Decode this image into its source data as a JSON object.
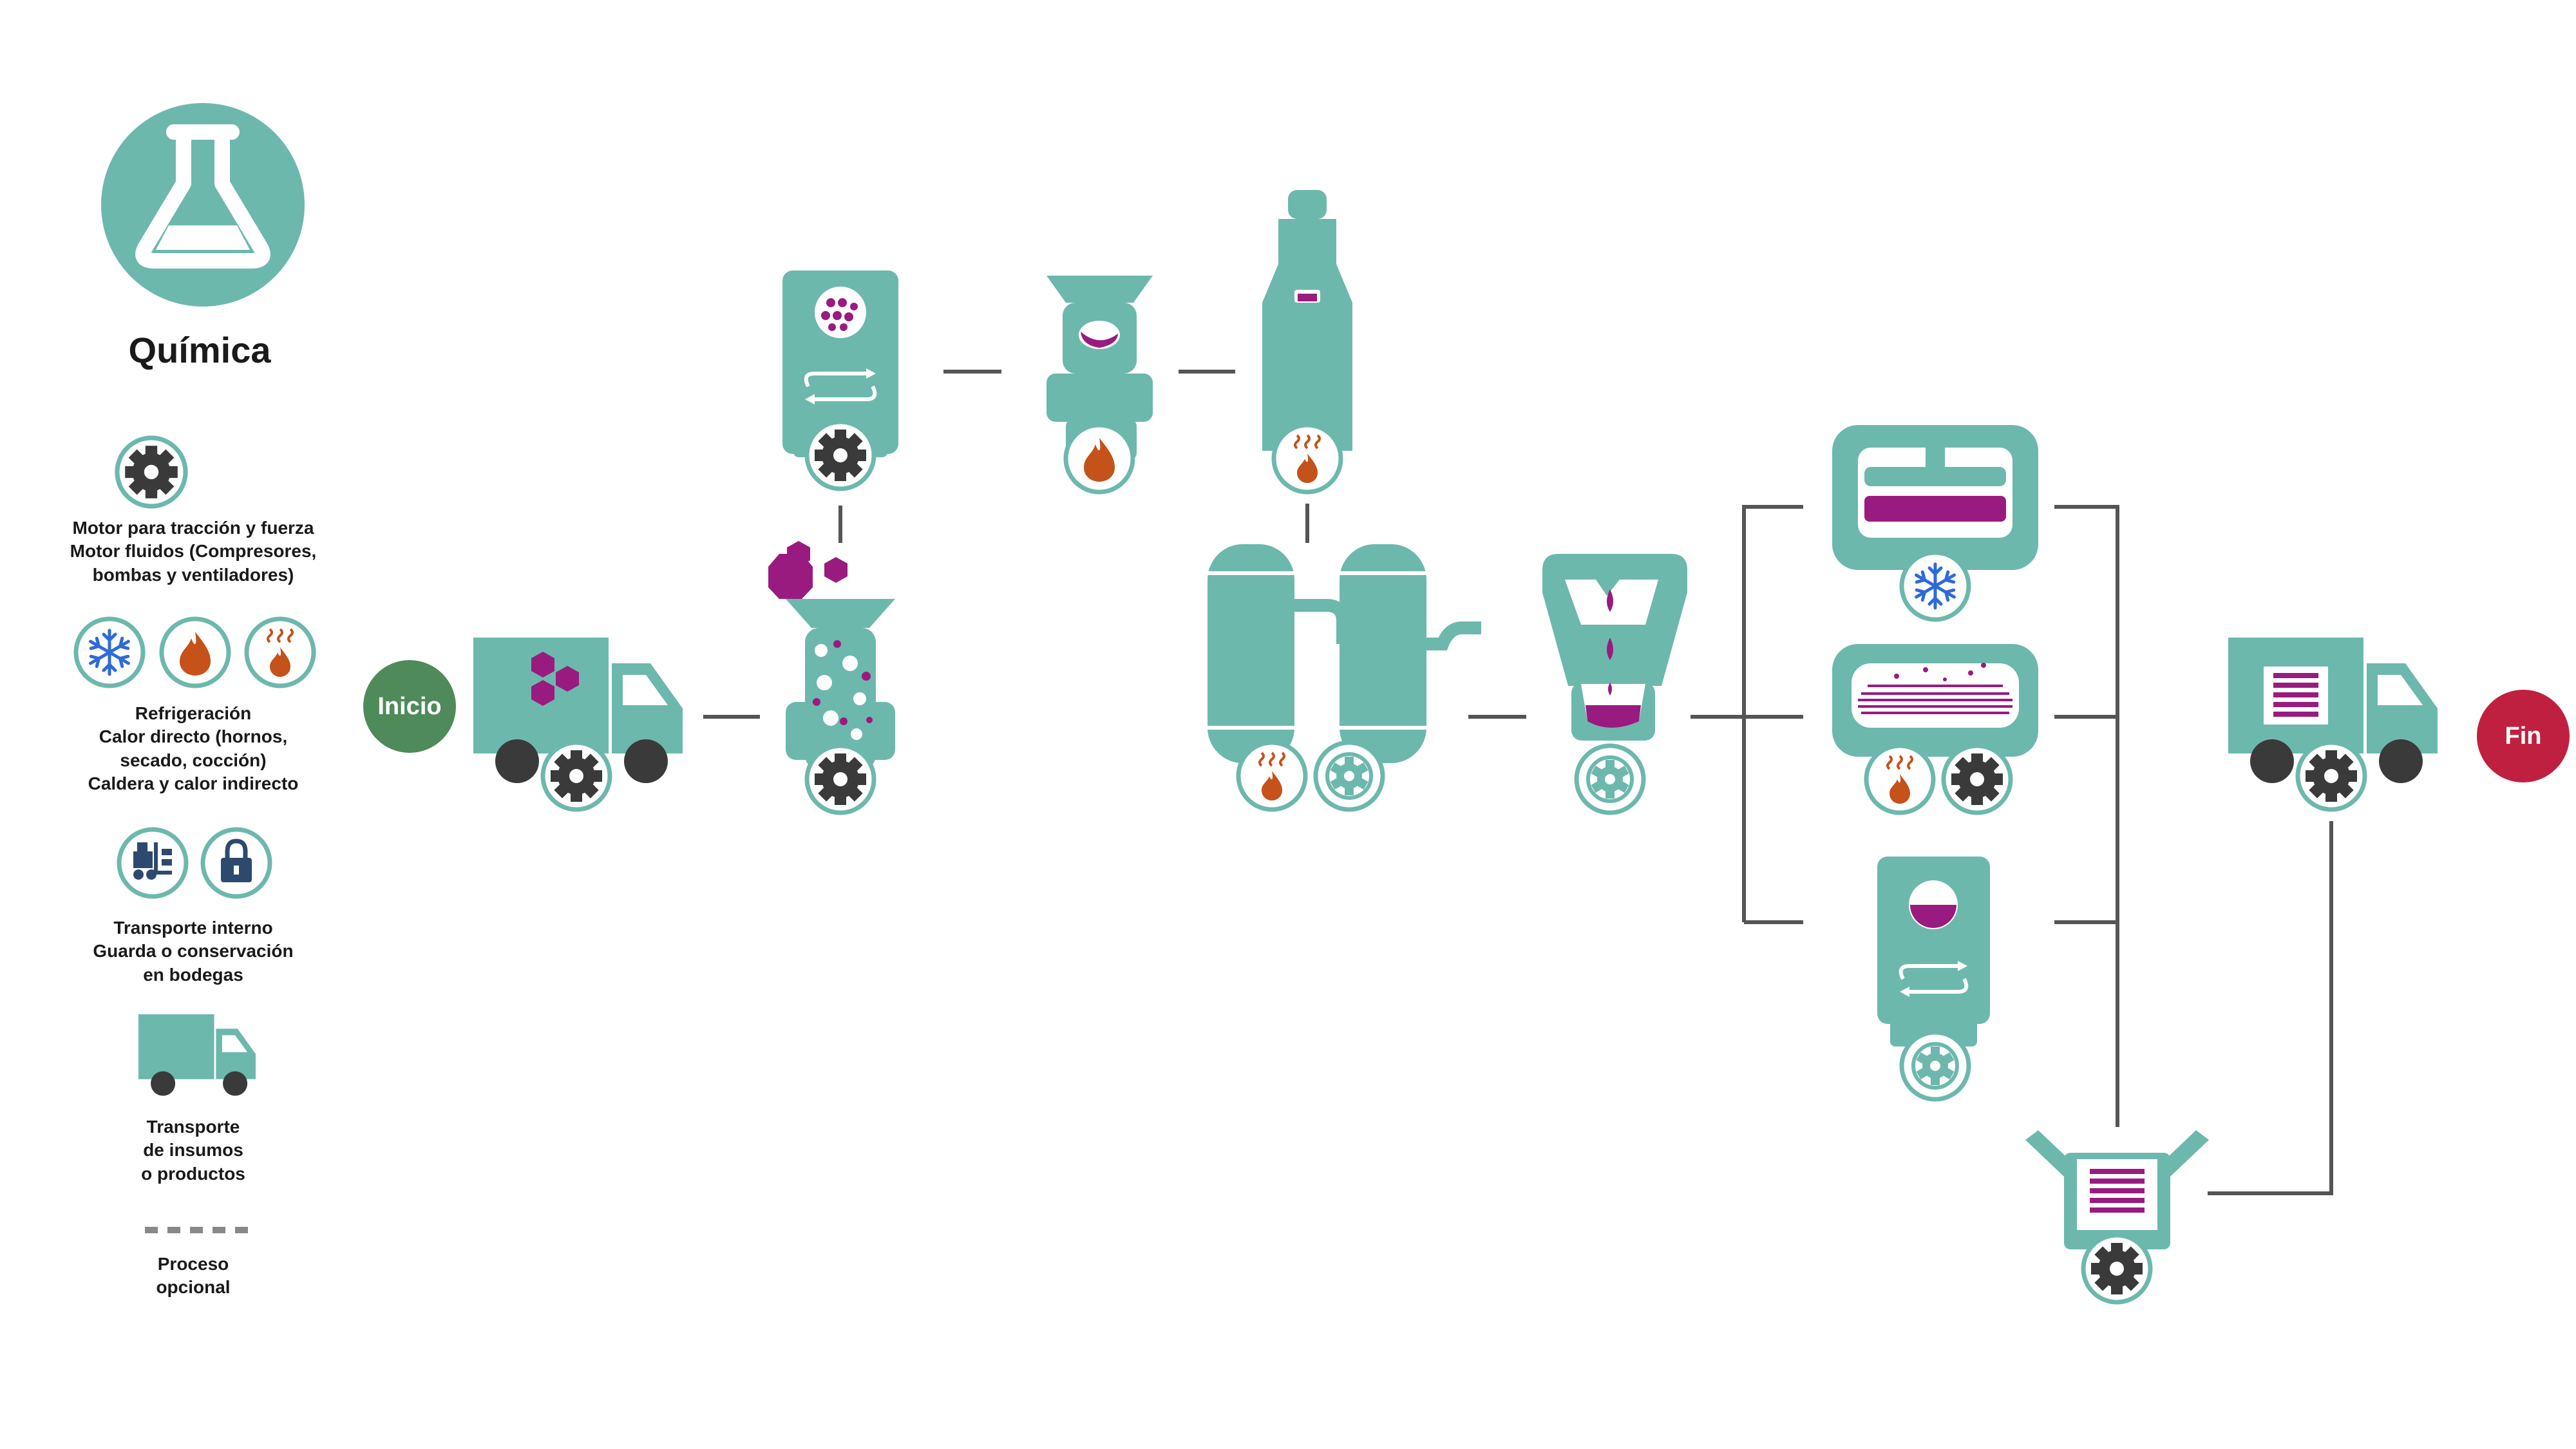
{
  "legend": {
    "title": "Química",
    "motor_line1": "Motor para tracción y fuerza",
    "motor_line2": "Motor fluidos (Compresores,",
    "motor_line3": "bombas y ventiladores)",
    "heat_line1": "Refrigeración",
    "heat_line2": "Calor directo (hornos,",
    "heat_line3": "secado, cocción)",
    "heat_line4": "Caldera y calor indirecto",
    "transport_line1": "Transporte interno",
    "transport_line2": "Guarda o conservación",
    "transport_line3": "en bodegas",
    "truck_line1": "Transporte",
    "truck_line2": "de insumos",
    "truck_line3": "o productos",
    "optional_line1": "Proceso",
    "optional_line2": "opcional"
  },
  "start_label": "Inicio",
  "end_label": "Fin",
  "colors": {
    "teal": "#6db8ad",
    "magenta": "#9a1b7f",
    "orange": "#c4521a",
    "green": "#4f8a5a",
    "red": "#c0203f",
    "blue": "#2e6bd6",
    "navy": "#2d4a6e",
    "dark": "#3a3a3a",
    "line": "#555555"
  },
  "icons": {
    "category": "flask-icon",
    "motor": "gear-icon",
    "refrigeration": "snowflake-icon",
    "direct_heat": "flame-icon",
    "boiler": "steam-flame-icon",
    "internal_transport": "forklift-icon",
    "storage": "lock-icon",
    "truck": "truck-icon"
  }
}
